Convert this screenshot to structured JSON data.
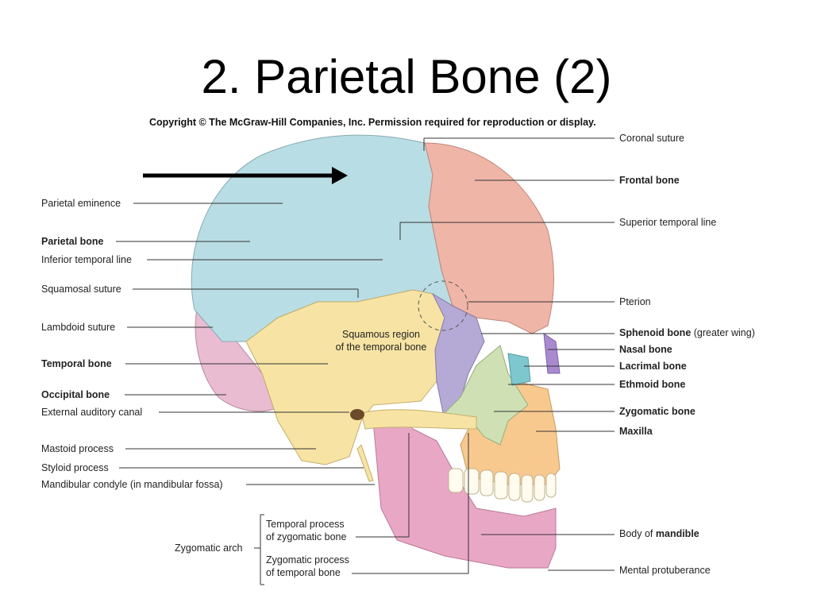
{
  "title": "2.  Parietal Bone (2)",
  "copyright": "Copyright © The McGraw-Hill Companies, Inc. Permission required for reproduction or display.",
  "colors": {
    "parietal": "#b9dde4",
    "frontal": "#efb5a7",
    "temporal": "#f7e4a4",
    "sphenoid": "#b5a9d6",
    "occipital": "#e9bcd2",
    "mandible": "#e9a7c6",
    "maxilla": "#f8c98f",
    "zygomatic": "#cfe1b4",
    "nasal": "#a98ad0",
    "ethmoid": "#7fc7cf",
    "arrow": "#000000"
  },
  "left_labels": {
    "parietal_eminence": "Parietal eminence",
    "parietal_bone": "Parietal bone",
    "inferior_temporal_line": "Inferior temporal line",
    "squamosal_suture": "Squamosal suture",
    "lambdoid_suture": "Lambdoid suture",
    "temporal_bone": "Temporal bone",
    "occipital_bone": "Occipital bone",
    "external_auditory_canal": "External auditory canal",
    "mastoid_process": "Mastoid process",
    "styloid_process": "Styloid process",
    "mandibular_condyle": "Mandibular condyle (in mandibular fossa)"
  },
  "right_labels": {
    "coronal_suture": "Coronal suture",
    "frontal_bone": "Frontal bone",
    "superior_temporal_line": "Superior temporal line",
    "pterion": "Pterion",
    "sphenoid_bone": "Sphenoid bone",
    "sphenoid_suffix": " (greater wing)",
    "nasal_bone": "Nasal bone",
    "lacrimal_bone": "Lacrimal bone",
    "ethmoid_bone": "Ethmoid bone",
    "zygomatic_bone": "Zygomatic bone",
    "maxilla": "Maxilla",
    "body_of_prefix": "Body of ",
    "mandible": "mandible",
    "mental_protuberance": "Mental protuberance"
  },
  "center_labels": {
    "squamous_region_line1": "Squamous region",
    "squamous_region_line2": "of the temporal bone"
  },
  "zygomatic_arch": {
    "label": "Zygomatic arch",
    "temporal_process_line1": "Temporal process",
    "temporal_process_line2": "of zygomatic bone",
    "zygomatic_process_line1": "Zygomatic process",
    "zygomatic_process_line2": "of temporal bone"
  }
}
